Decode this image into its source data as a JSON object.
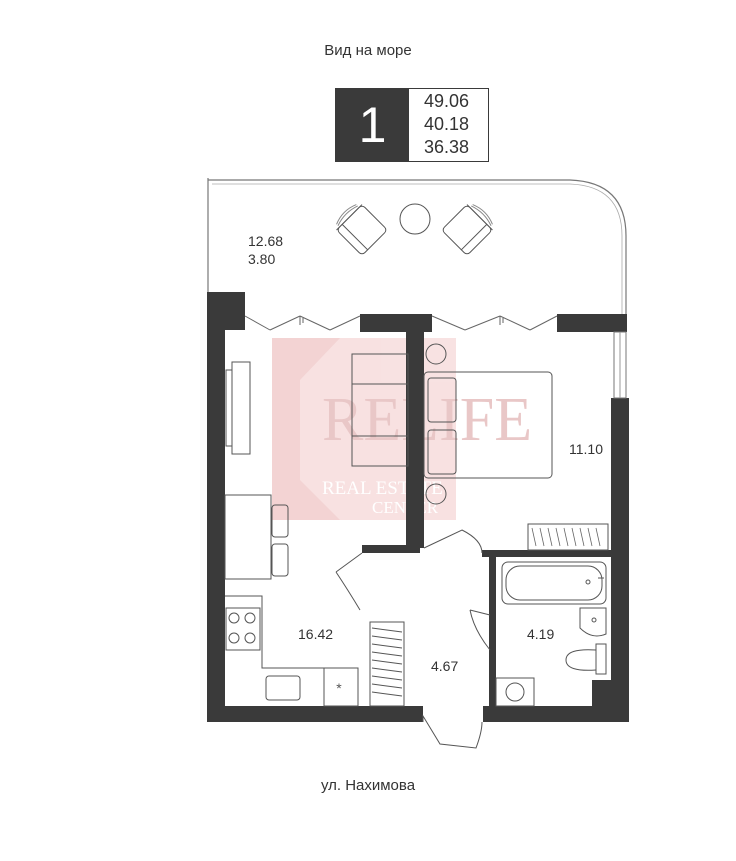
{
  "header": {
    "view_label": "Вид на море"
  },
  "apartment": {
    "rooms": "1",
    "total_area": "49.06",
    "living_area": "40.18",
    "area_without_balcony": "36.38"
  },
  "rooms": {
    "balcony": {
      "area": "12.68",
      "coef_area": "3.80"
    },
    "kitchen_living": {
      "area": "16.42"
    },
    "bedroom": {
      "area": "11.10"
    },
    "hall": {
      "area": "4.67"
    },
    "bathroom": {
      "area": "4.19"
    }
  },
  "watermark": {
    "line1": "RELIFE",
    "line2": "REAL ESTATE",
    "line3": "CENTER"
  },
  "footer": {
    "street_label": "ул. Нахимова"
  },
  "colors": {
    "wall": "#3a3a3a",
    "line": "#555555",
    "watermark": "#e8b8b8"
  }
}
